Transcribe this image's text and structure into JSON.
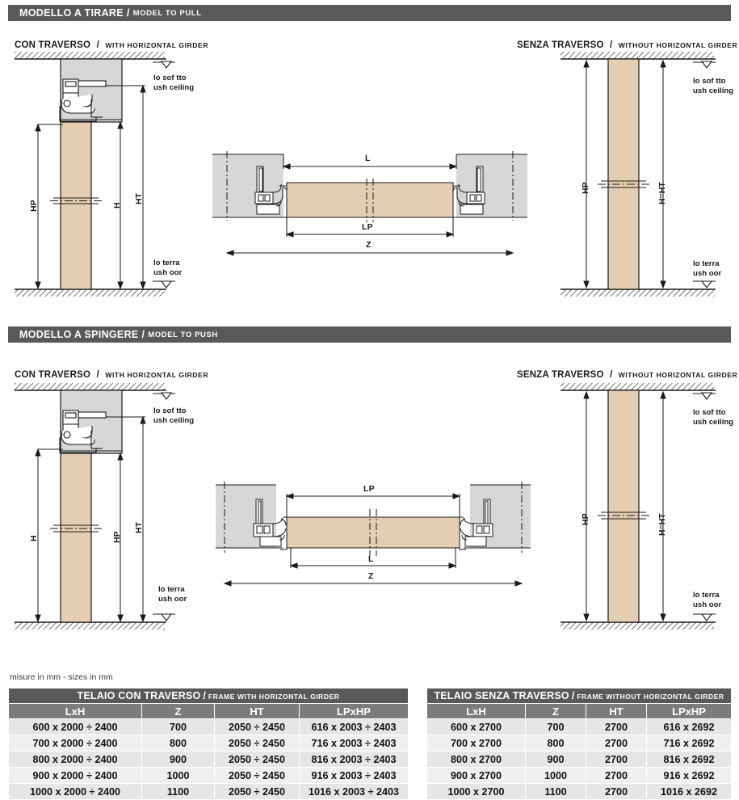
{
  "page": {
    "units_note": "misure in mm - sizes in mm",
    "colors": {
      "band_gray": "#595959",
      "wall_gray": "#d7d7d7",
      "door_tan": "#e4cdb0",
      "table_title_gray": "#595959",
      "table_head_gray": "#7c7c7c",
      "row_odd": "#e6e6e6",
      "row_even": "#efefef",
      "line_black": "#1a1a1a"
    }
  },
  "sections": [
    {
      "id": "pull",
      "title_it": "MODELLO A TIRARE",
      "title_sep": "/",
      "title_en": "MODEL TO PULL",
      "left": {
        "caption_it": "CON TRAVERSO",
        "caption_sep": "/",
        "caption_en": "WITH HORIZONTAL GIRDER",
        "notes": {
          "ceiling_l1": "lo sof  tto",
          "ceiling_l2": "ush ceiling",
          "floor_l1": "lo terra",
          "floor_l2": "ush  oor"
        },
        "dims": [
          "HP",
          "H",
          "HT"
        ]
      },
      "right": {
        "caption_it": "SENZA TRAVERSO",
        "caption_sep": "/",
        "caption_en": "WITHOUT HORIZONTAL GIRDER",
        "notes": {
          "ceiling_l1": "lo sof  tto",
          "ceiling_l2": "ush ceiling",
          "floor_l1": "lo terra",
          "floor_l2": "ush  oor"
        },
        "dims": [
          "HP",
          "H=HT"
        ]
      },
      "plan": {
        "dim_top": "L",
        "dim_mid": "LP",
        "dim_bottom": "Z"
      }
    },
    {
      "id": "push",
      "title_it": "MODELLO A SPINGERE",
      "title_sep": "/",
      "title_en": "MODEL TO PUSH",
      "left": {
        "caption_it": "CON TRAVERSO",
        "caption_sep": "/",
        "caption_en": "WITH HORIZONTAL GIRDER",
        "notes": {
          "ceiling_l1": "lo sof  tto",
          "ceiling_l2": "ush ceiling",
          "floor_l1": "lo terra",
          "floor_l2": "ush  oor"
        },
        "dims": [
          "H",
          "HP",
          "HT"
        ]
      },
      "right": {
        "caption_it": "SENZA TRAVERSO",
        "caption_sep": "/",
        "caption_en": "WITHOUT HORIZONTAL GIRDER",
        "notes": {
          "ceiling_l1": "lo sof  tto",
          "ceiling_l2": "ush ceiling",
          "floor_l1": "lo terra",
          "floor_l2": "ush  oor"
        },
        "dims": [
          "HP",
          "H=HT"
        ]
      },
      "plan": {
        "dim_top": "LP",
        "dim_mid": "L",
        "dim_bottom": "Z"
      }
    }
  ],
  "tables": [
    {
      "id": "con-traverso",
      "title_it": "TELAIO CON TRAVERSO",
      "title_sep": "/",
      "title_en": "FRAME WITH HORIZONTAL GIRDER",
      "columns": [
        "LxH",
        "Z",
        "HT",
        "LPxHP"
      ],
      "rows": [
        [
          "600 x 2000 ÷ 2400",
          "700",
          "2050 ÷ 2450",
          "616 x 2003 ÷ 2403"
        ],
        [
          "700 x 2000 ÷ 2400",
          "800",
          "2050 ÷ 2450",
          "716 x 2003 ÷ 2403"
        ],
        [
          "800 x 2000 ÷ 2400",
          "900",
          "2050 ÷ 2450",
          "816 x 2003 ÷ 2403"
        ],
        [
          "900 x 2000 ÷ 2400",
          "1000",
          "2050 ÷ 2450",
          "916 x 2003 ÷ 2403"
        ],
        [
          "1000 x 2000 ÷ 2400",
          "1100",
          "2050 ÷ 2450",
          "1016 x 2003 ÷ 2403"
        ]
      ]
    },
    {
      "id": "senza-traverso",
      "title_it": "TELAIO SENZA TRAVERSO",
      "title_sep": "/",
      "title_en": "FRAME WITHOUT HORIZONTAL GIRDER",
      "columns": [
        "LxH",
        "Z",
        "HT",
        "LPxHP"
      ],
      "rows": [
        [
          "600 x 2700",
          "700",
          "2700",
          "616 x 2692"
        ],
        [
          "700 x 2700",
          "800",
          "2700",
          "716 x 2692"
        ],
        [
          "800 x 2700",
          "900",
          "2700",
          "816 x 2692"
        ],
        [
          "900 x 2700",
          "1000",
          "2700",
          "916 x 2692"
        ],
        [
          "1000 x 2700",
          "1100",
          "2700",
          "1016 x 2692"
        ]
      ]
    }
  ]
}
